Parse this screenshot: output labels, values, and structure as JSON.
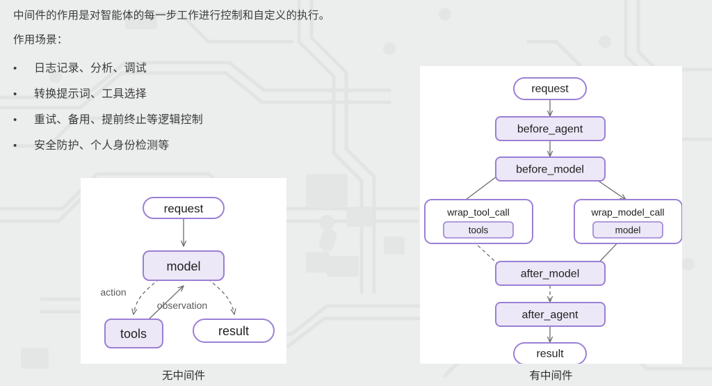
{
  "slide": {
    "background_color": "#eceded",
    "text_color": "#3c3c3c",
    "lead_lines": [
      "中间件的作用是对智能体的每一步工作进行控制和自定义的执行。",
      "作用场景："
    ],
    "bullet_marker": "•",
    "bullets": [
      "日志记录、分析、调试",
      "转换提示词、工具选择",
      "重试、备用、提前终止等逻辑控制",
      "安全防护、个人身份检测等"
    ]
  },
  "theme": {
    "node_fill_filled": "#ece8f7",
    "node_fill_plain": "#ffffff",
    "node_border": "#9b7fd4",
    "edge_color": "#6b6b6b",
    "panel_fill": "#ffffff"
  },
  "diagram_left": {
    "caption": "无中间件",
    "nodes": [
      {
        "id": "request",
        "label": "request",
        "shape": "stadium",
        "fill": "plain"
      },
      {
        "id": "model",
        "label": "model",
        "shape": "rounded-rect",
        "fill": "filled"
      },
      {
        "id": "tools",
        "label": "tools",
        "shape": "rounded-rect",
        "fill": "filled"
      },
      {
        "id": "result",
        "label": "result",
        "shape": "stadium",
        "fill": "plain"
      }
    ],
    "edges": [
      {
        "from": "request",
        "to": "model",
        "style": "solid",
        "label": ""
      },
      {
        "from": "model",
        "to": "tools",
        "style": "dashed",
        "label": "action"
      },
      {
        "from": "tools",
        "to": "model",
        "style": "solid",
        "label": "observation"
      },
      {
        "from": "model",
        "to": "result",
        "style": "dashed",
        "label": ""
      }
    ],
    "edge_labels": [
      "action",
      "observation"
    ]
  },
  "diagram_right": {
    "caption": "有中间件",
    "nodes": [
      {
        "id": "request",
        "label": "request",
        "shape": "stadium",
        "fill": "plain"
      },
      {
        "id": "before_agent",
        "label": "before_agent",
        "shape": "rounded-rect",
        "fill": "filled"
      },
      {
        "id": "before_model",
        "label": "before_model",
        "shape": "rounded-rect",
        "fill": "filled"
      },
      {
        "id": "wrap_tool_call",
        "label": "wrap_tool_call",
        "shape": "container",
        "fill": "plain",
        "child": "tools"
      },
      {
        "id": "wrap_model_call",
        "label": "wrap_model_call",
        "shape": "container",
        "fill": "plain",
        "child": "model"
      },
      {
        "id": "after_model",
        "label": "after_model",
        "shape": "rounded-rect",
        "fill": "filled"
      },
      {
        "id": "after_agent",
        "label": "after_agent",
        "shape": "rounded-rect",
        "fill": "filled"
      },
      {
        "id": "result",
        "label": "result",
        "shape": "stadium",
        "fill": "plain"
      }
    ],
    "child_nodes": [
      {
        "id": "tools",
        "label": "tools",
        "parent": "wrap_tool_call"
      },
      {
        "id": "model",
        "label": "model",
        "parent": "wrap_model_call"
      }
    ],
    "edges": [
      {
        "from": "request",
        "to": "before_agent",
        "style": "solid"
      },
      {
        "from": "before_agent",
        "to": "before_model",
        "style": "solid"
      },
      {
        "from": "before_model",
        "to": "wrap_model_call",
        "style": "solid"
      },
      {
        "from": "wrap_tool_call",
        "to": "before_model",
        "style": "solid"
      },
      {
        "from": "wrap_model_call",
        "to": "after_model",
        "style": "solid"
      },
      {
        "from": "after_model",
        "to": "wrap_tool_call",
        "style": "dashed"
      },
      {
        "from": "after_model",
        "to": "after_agent",
        "style": "dashed"
      },
      {
        "from": "after_agent",
        "to": "result",
        "style": "solid"
      }
    ]
  }
}
